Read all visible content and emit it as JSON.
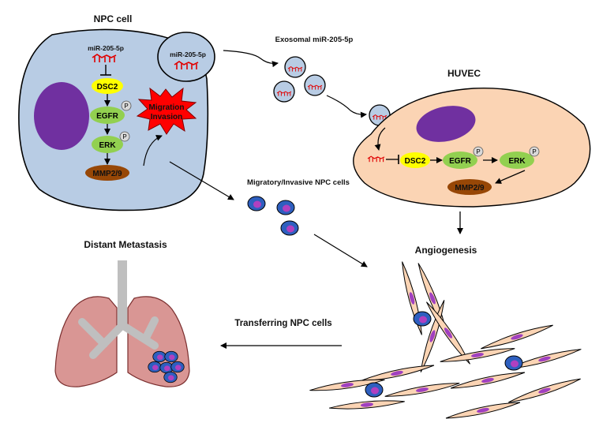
{
  "labels": {
    "npc_cell": "NPC cell",
    "exosomal": "Exosomal miR-205-5p",
    "huvec": "HUVEC",
    "migratory": "Migratory/Invasive NPC cells",
    "angiogenesis": "Angiogenesis",
    "distant": "Distant Metastasis",
    "transferring": "Transferring NPC cells"
  },
  "npc": {
    "mir": "miR-205-5p",
    "exo_mir": "miR-205-5p",
    "dsc2": "DSC2",
    "egfr": "EGFR",
    "erk": "ERK",
    "mmp": "MMP2/9",
    "migration": "Migration",
    "invasion": "Invasion",
    "p1": "P",
    "p2": "P"
  },
  "huvec_path": {
    "dsc2": "DSC2",
    "egfr": "EGFR",
    "erk": "ERK",
    "mmp": "MMP2/9",
    "p1": "P",
    "p2": "P"
  },
  "colors": {
    "npc_fill": "#b8cce4",
    "nucleus": "#7030a0",
    "huvec_fill": "#fbd4b4",
    "dsc2": "#ffff00",
    "kinase": "#92d050",
    "mmp": "#974706",
    "star": "#ff0000",
    "mir": "#e00000",
    "lung": "#d99694",
    "trachea": "#bfbfbf",
    "circulating_cell": "#2e5fbf"
  }
}
